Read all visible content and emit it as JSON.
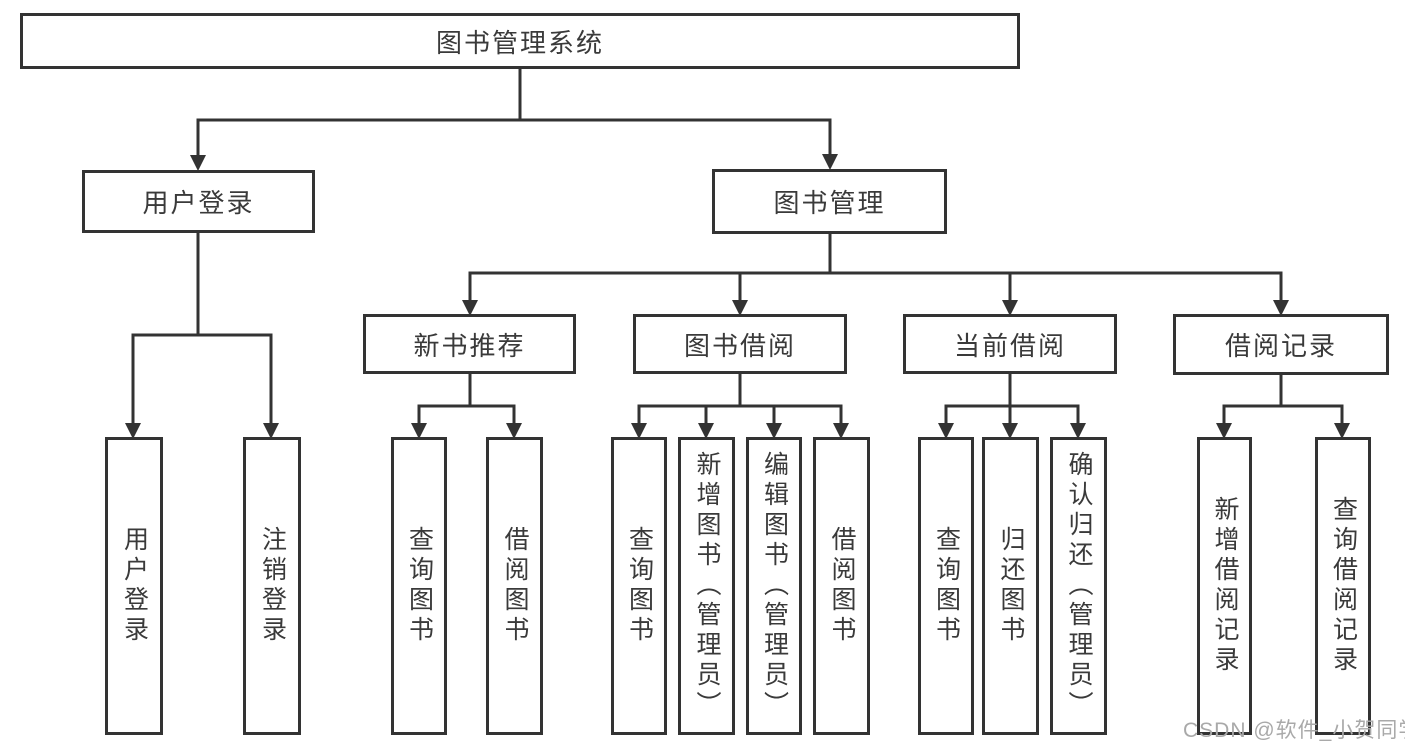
{
  "diagram": {
    "root": {
      "label": "图书管理系统"
    },
    "branches": [
      {
        "label": "用户登录",
        "leaves": [
          {
            "label": "用户登录"
          },
          {
            "label": "注销登录"
          }
        ]
      },
      {
        "label": "图书管理",
        "groups": [
          {
            "label": "新书推荐",
            "leaves": [
              {
                "label": "查询图书"
              },
              {
                "label": "借阅图书"
              }
            ]
          },
          {
            "label": "图书借阅",
            "leaves": [
              {
                "label": "查询图书"
              },
              {
                "label": "新增图书（管理员）"
              },
              {
                "label": "编辑图书（管理员）"
              },
              {
                "label": "借阅图书"
              }
            ]
          },
          {
            "label": "当前借阅",
            "leaves": [
              {
                "label": "查询图书"
              },
              {
                "label": "归还图书"
              },
              {
                "label": "确认归还（管理员）"
              }
            ]
          },
          {
            "label": "借阅记录",
            "leaves": [
              {
                "label": "新增借阅记录"
              },
              {
                "label": "查询借阅记录"
              }
            ]
          }
        ]
      }
    ]
  },
  "watermark": {
    "text": "CSDN @软件_小贺同学",
    "color": "#a9a9a9"
  },
  "colors": {
    "line": "#333333",
    "box_border": "#333333",
    "text": "#3a3a3a",
    "background": "#ffffff"
  }
}
